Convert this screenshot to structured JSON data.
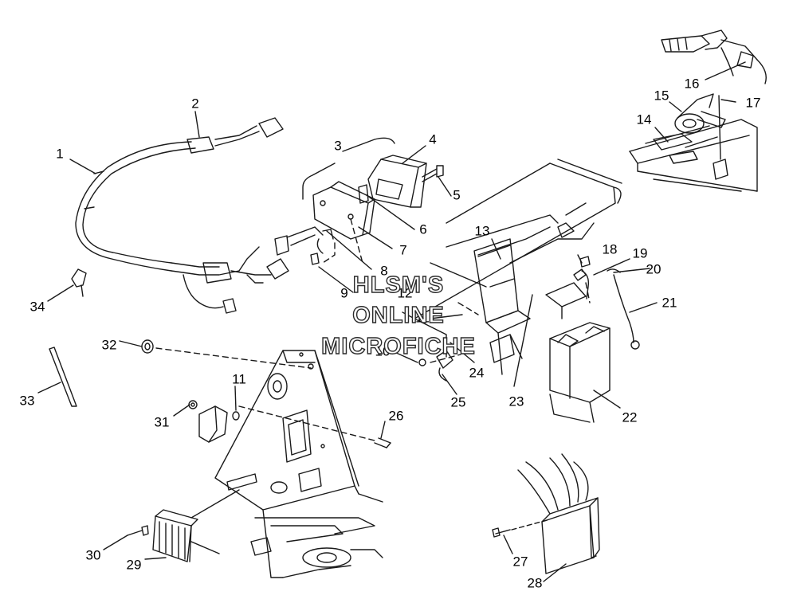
{
  "watermark": {
    "line1": "HLSM'S",
    "line2": "ONLINE",
    "line3": "MICROFICHE"
  },
  "callouts": [
    {
      "id": "1",
      "label": "1"
    },
    {
      "id": "2",
      "label": "2"
    },
    {
      "id": "3",
      "label": "3"
    },
    {
      "id": "4",
      "label": "4"
    },
    {
      "id": "5",
      "label": "5"
    },
    {
      "id": "6",
      "label": "6"
    },
    {
      "id": "7",
      "label": "7"
    },
    {
      "id": "8",
      "label": "8"
    },
    {
      "id": "9",
      "label": "9"
    },
    {
      "id": "10",
      "label": "10"
    },
    {
      "id": "11a",
      "label": "11"
    },
    {
      "id": "11b",
      "label": "11"
    },
    {
      "id": "12",
      "label": "12"
    },
    {
      "id": "13",
      "label": "13"
    },
    {
      "id": "14",
      "label": "14"
    },
    {
      "id": "15",
      "label": "15"
    },
    {
      "id": "16",
      "label": "16"
    },
    {
      "id": "17",
      "label": "17"
    },
    {
      "id": "18",
      "label": "18"
    },
    {
      "id": "19",
      "label": "19"
    },
    {
      "id": "20",
      "label": "20"
    },
    {
      "id": "21",
      "label": "21"
    },
    {
      "id": "22",
      "label": "22"
    },
    {
      "id": "23",
      "label": "23"
    },
    {
      "id": "24",
      "label": "24"
    },
    {
      "id": "25",
      "label": "25"
    },
    {
      "id": "26",
      "label": "26"
    },
    {
      "id": "27",
      "label": "27"
    },
    {
      "id": "28",
      "label": "28"
    },
    {
      "id": "29",
      "label": "29"
    },
    {
      "id": "30",
      "label": "30"
    },
    {
      "id": "31",
      "label": "31"
    },
    {
      "id": "32",
      "label": "32"
    },
    {
      "id": "33",
      "label": "33"
    },
    {
      "id": "34",
      "label": "34"
    }
  ],
  "colors": {
    "line": "#1a1a1a",
    "background": "#ffffff"
  }
}
